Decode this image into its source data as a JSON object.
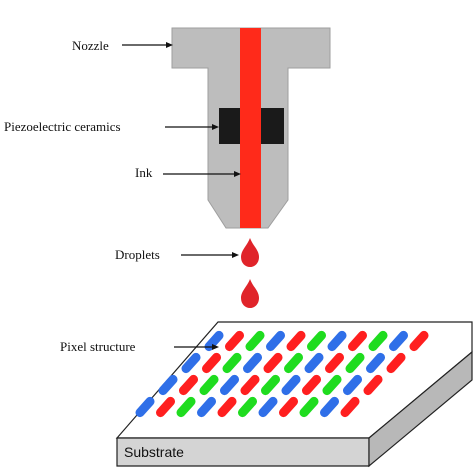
{
  "labels": {
    "nozzle": "Nozzle",
    "piezo": "Piezoelectric ceramics",
    "ink": "Ink",
    "droplets": "Droplets",
    "pixel_structure": "Pixel structure",
    "substrate": "Substrate"
  },
  "colors": {
    "nozzle_body": "#bdbdbd",
    "nozzle_outline": "#9e9e9e",
    "piezo": "#1a1a1a",
    "ink": "#ff2a1a",
    "droplet": "#e0242a",
    "pixel_red": "#ff1f1f",
    "pixel_green": "#1fdc1f",
    "pixel_blue": "#2f6fe8",
    "substrate_top": "#ffffff",
    "substrate_front": "#d4d4d4",
    "substrate_side": "#b8b8b8",
    "outline": "#222222",
    "arrow": "#111111"
  },
  "pixel_rows": [
    [
      "blue",
      "red",
      "green",
      "blue",
      "red",
      "green",
      "blue",
      "red",
      "green",
      "blue",
      "red"
    ],
    [
      "blue",
      "red",
      "green",
      "blue",
      "red",
      "green",
      "blue",
      "red",
      "green",
      "blue",
      "red"
    ],
    [
      "blue",
      "red",
      "green",
      "blue",
      "red",
      "green",
      "blue",
      "red",
      "green",
      "blue",
      "red"
    ],
    [
      "blue",
      "red",
      "green",
      "blue",
      "red",
      "green",
      "blue",
      "red",
      "green",
      "blue",
      "red"
    ]
  ]
}
